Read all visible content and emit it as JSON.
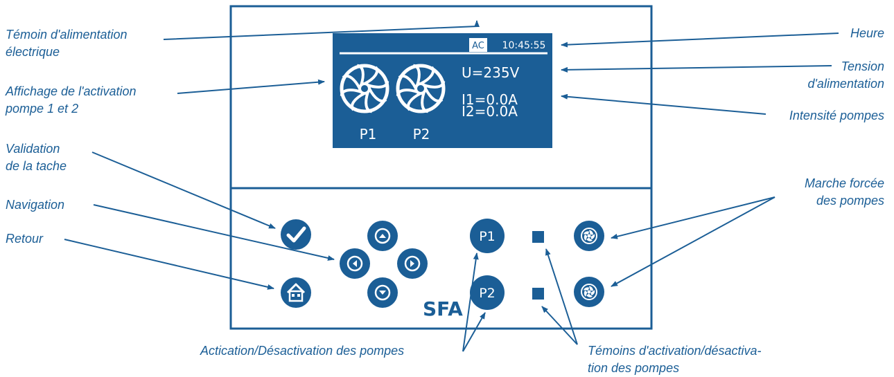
{
  "callouts": {
    "power_indicator": "Témoin d'alimentation\nélectrique",
    "pump_display": "Affichage de l'activation\npompe 1 et 2",
    "validation": "Validation\nde la tache",
    "navigation": "Navigation",
    "back": "Retour",
    "time": "Heure",
    "voltage": "Tension\nd'alimentation",
    "current": "Intensité pompes",
    "forced_run": "Marche forcée\ndes pompes",
    "pump_activation": "Actication/Désactivation des pompes",
    "pump_status_leds": "Témoins d'activation/désactiva-\ntion des pompes"
  },
  "lcd": {
    "power_badge": "AC",
    "clock": "10:45:55",
    "voltage": "U=235V",
    "current_p1": "I1=0.0A",
    "current_p2": "I2=0.0A",
    "pump1_label": "P1",
    "pump2_label": "P2"
  },
  "keypad": {
    "p1_button": "P1",
    "p2_button": "P2",
    "brand": "SFA"
  },
  "icons": {
    "validate": "check-icon",
    "home": "home-icon",
    "nav_up": "arrow-up-icon",
    "nav_left": "arrow-left-icon",
    "nav_right": "arrow-right-icon",
    "nav_down": "arrow-down-icon",
    "pump_fan": "fan-icon"
  },
  "colors": {
    "primary": "#1b5e96",
    "background": "#ffffff"
  }
}
